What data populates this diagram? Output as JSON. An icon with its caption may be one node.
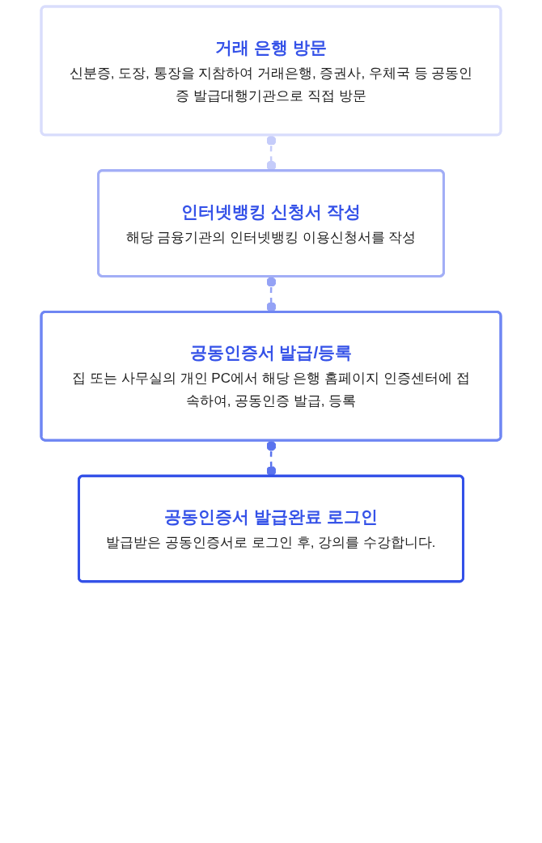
{
  "diagram": {
    "nodes": [
      {
        "text": [
          "거래 은행 방문",
          "신분증, 도장, 통장을 지참하여 거래은행, 증권사, 우체국 등 공동인증 발급대행기관으로 직접 방문"
        ]
      },
      {
        "text": [
          "인터넷뱅킹 신청서 작성",
          "해당 금융기관의 인터넷뱅킹 이용신청서를 작성"
        ]
      },
      {
        "text": [
          "공동인증서 발급/등록",
          "집 또는 사무실의 개인 PC에서 해당 은행 홈페이지 인증센터에 접속하여, 공동인증 발급, 등록"
        ]
      },
      {
        "text": [
          "공동인증서 발급완료 로그인",
          "발급받은 공동인증서로 로그인 후, 강의를 수강합니다."
        ]
      }
    ],
    "edges": [
      {
        "from": 0,
        "to": 1,
        "arrow": "other",
        "style": "dashed",
        "color": "#c5ccfa"
      },
      {
        "from": 1,
        "to": 2,
        "arrow": "other",
        "style": "dashed",
        "color": "#94a2f5"
      },
      {
        "from": 2,
        "to": 3,
        "arrow": "other",
        "style": "dashed",
        "color": "#5a73ee"
      }
    ]
  }
}
